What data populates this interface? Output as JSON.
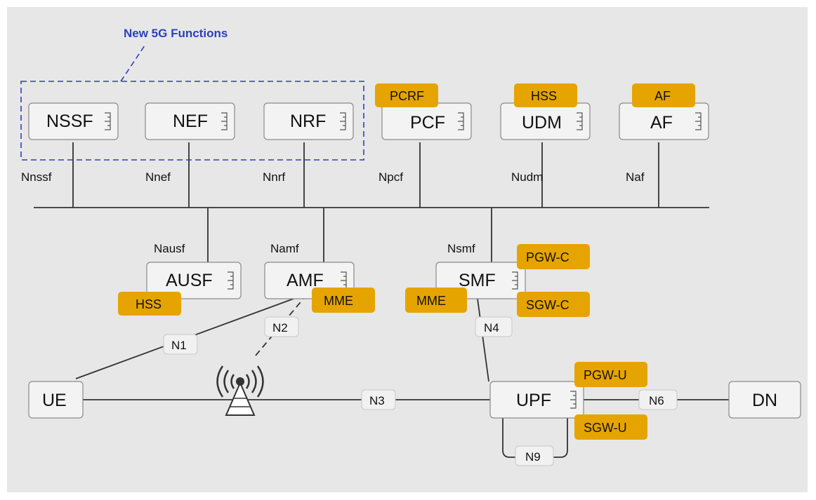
{
  "new_functions_label": "New 5G Functions",
  "network_functions": {
    "nssf": "NSSF",
    "nef": "NEF",
    "nrf": "NRF",
    "pcf": "PCF",
    "udm": "UDM",
    "af": "AF",
    "ausf": "AUSF",
    "amf": "AMF",
    "smf": "SMF",
    "upf": "UPF",
    "ue": "UE",
    "dn": "DN"
  },
  "service_interfaces": {
    "nnssf": "Nnssf",
    "nnef": "Nnef",
    "nnrf": "Nnrf",
    "npcf": "Npcf",
    "nudm": "Nudm",
    "naf": "Naf",
    "nausf": "Nausf",
    "namf": "Namf",
    "nsmf": "Nsmf"
  },
  "reference_points": {
    "n1": "N1",
    "n2": "N2",
    "n3": "N3",
    "n4": "N4",
    "n6": "N6",
    "n9": "N9"
  },
  "legacy_equivalents": {
    "pcrf": "PCRF",
    "hss_udm": "HSS",
    "af": "AF",
    "hss_ausf": "HSS",
    "mme_amf": "MME",
    "mme_smf": "MME",
    "pgw_c": "PGW-C",
    "sgw_c": "SGW-C",
    "pgw_u": "PGW-U",
    "sgw_u": "SGW-U"
  },
  "colors": {
    "new_function_outline": "#2c3fbf",
    "legacy_tag": "#e6a400",
    "background": "#e7e7e7",
    "box_fill": "#f3f3f3"
  },
  "icons": [
    "service-port-icon",
    "gnb-antenna-icon"
  ]
}
